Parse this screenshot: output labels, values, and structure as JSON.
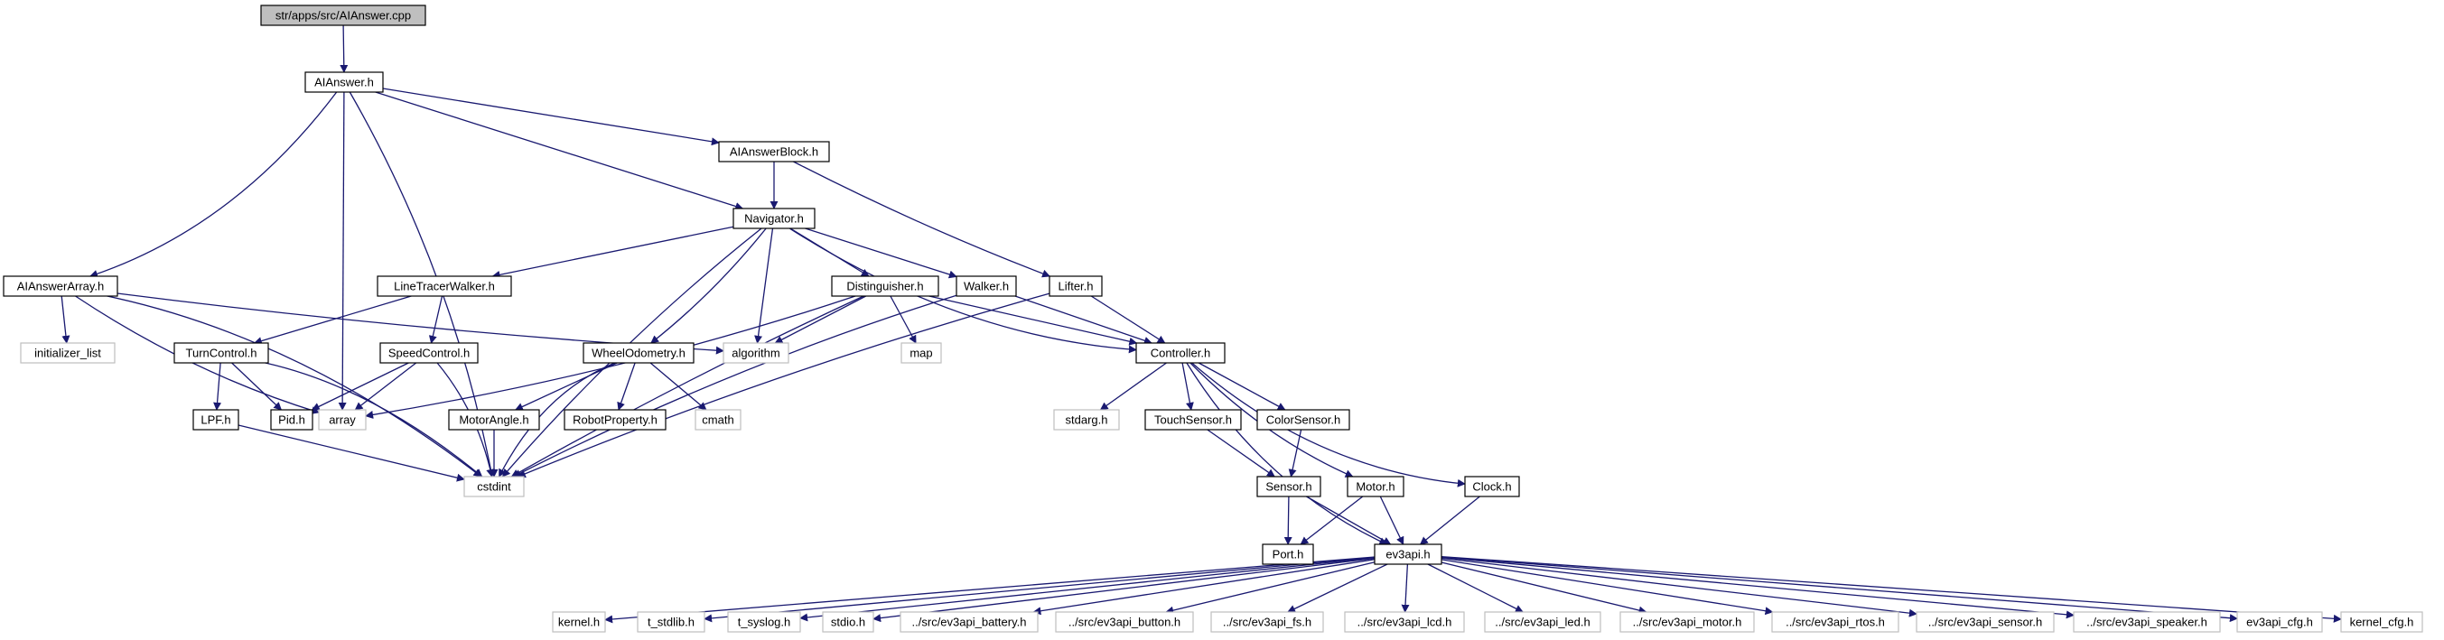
{
  "colors": {
    "edge": "#191970",
    "node_border": "#000000",
    "system_border": "#bfbfbf",
    "root_fill": "#bfbfbf",
    "node_fill": "#ffffff",
    "text": "#000000"
  },
  "nodes": [
    {
      "id": "root",
      "label": "str/apps/src/AIAnswer.cpp",
      "kind": "root"
    },
    {
      "id": "aianswer_h",
      "label": "AIAnswer.h",
      "kind": "local"
    },
    {
      "id": "aianswerblock_h",
      "label": "AIAnswerBlock.h",
      "kind": "local"
    },
    {
      "id": "navigator_h",
      "label": "Navigator.h",
      "kind": "local"
    },
    {
      "id": "aianswerarray_h",
      "label": "AIAnswerArray.h",
      "kind": "local"
    },
    {
      "id": "linetracerwalker_h",
      "label": "LineTracerWalker.h",
      "kind": "local"
    },
    {
      "id": "distinguisher_h",
      "label": "Distinguisher.h",
      "kind": "local"
    },
    {
      "id": "walker_h",
      "label": "Walker.h",
      "kind": "local"
    },
    {
      "id": "lifter_h",
      "label": "Lifter.h",
      "kind": "local"
    },
    {
      "id": "initializer_list",
      "label": "initializer_list",
      "kind": "system"
    },
    {
      "id": "turncontrol_h",
      "label": "TurnControl.h",
      "kind": "local"
    },
    {
      "id": "speedcontrol_h",
      "label": "SpeedControl.h",
      "kind": "local"
    },
    {
      "id": "wheelodometry_h",
      "label": "WheelOdometry.h",
      "kind": "local"
    },
    {
      "id": "algorithm",
      "label": "algorithm",
      "kind": "system"
    },
    {
      "id": "map",
      "label": "map",
      "kind": "system"
    },
    {
      "id": "controller_h",
      "label": "Controller.h",
      "kind": "local"
    },
    {
      "id": "lpf_h",
      "label": "LPF.h",
      "kind": "local"
    },
    {
      "id": "pid_h",
      "label": "Pid.h",
      "kind": "local"
    },
    {
      "id": "array",
      "label": "array",
      "kind": "system"
    },
    {
      "id": "motorangle_h",
      "label": "MotorAngle.h",
      "kind": "local"
    },
    {
      "id": "robotproperty_h",
      "label": "RobotProperty.h",
      "kind": "local"
    },
    {
      "id": "cmath",
      "label": "cmath",
      "kind": "system"
    },
    {
      "id": "stdarg_h",
      "label": "stdarg.h",
      "kind": "system"
    },
    {
      "id": "touchsensor_h",
      "label": "TouchSensor.h",
      "kind": "local"
    },
    {
      "id": "colorsensor_h",
      "label": "ColorSensor.h",
      "kind": "local"
    },
    {
      "id": "cstdint",
      "label": "cstdint",
      "kind": "system"
    },
    {
      "id": "sensor_h",
      "label": "Sensor.h",
      "kind": "local"
    },
    {
      "id": "motor_h",
      "label": "Motor.h",
      "kind": "local"
    },
    {
      "id": "clock_h",
      "label": "Clock.h",
      "kind": "local"
    },
    {
      "id": "port_h",
      "label": "Port.h",
      "kind": "local"
    },
    {
      "id": "ev3api_h",
      "label": "ev3api.h",
      "kind": "local"
    },
    {
      "id": "kernel_h",
      "label": "kernel.h",
      "kind": "system"
    },
    {
      "id": "t_stdlib_h",
      "label": "t_stdlib.h",
      "kind": "system"
    },
    {
      "id": "t_syslog_h",
      "label": "t_syslog.h",
      "kind": "system"
    },
    {
      "id": "stdio_h",
      "label": "stdio.h",
      "kind": "system"
    },
    {
      "id": "ev3api_battery_h",
      "label": "../src/ev3api_battery.h",
      "kind": "system"
    },
    {
      "id": "ev3api_button_h",
      "label": "../src/ev3api_button.h",
      "kind": "system"
    },
    {
      "id": "ev3api_fs_h",
      "label": "../src/ev3api_fs.h",
      "kind": "system"
    },
    {
      "id": "ev3api_lcd_h",
      "label": "../src/ev3api_lcd.h",
      "kind": "system"
    },
    {
      "id": "ev3api_led_h",
      "label": "../src/ev3api_led.h",
      "kind": "system"
    },
    {
      "id": "ev3api_motor_h",
      "label": "../src/ev3api_motor.h",
      "kind": "system"
    },
    {
      "id": "ev3api_rtos_h",
      "label": "../src/ev3api_rtos.h",
      "kind": "system"
    },
    {
      "id": "ev3api_sensor_h",
      "label": "../src/ev3api_sensor.h",
      "kind": "system"
    },
    {
      "id": "ev3api_speaker_h",
      "label": "../src/ev3api_speaker.h",
      "kind": "system"
    },
    {
      "id": "ev3api_cfg_h",
      "label": "ev3api_cfg.h",
      "kind": "system"
    },
    {
      "id": "kernel_cfg_h",
      "label": "kernel_cfg.h",
      "kind": "system"
    }
  ],
  "edges": [
    [
      "root",
      "aianswer_h"
    ],
    [
      "aianswer_h",
      "aianswerarray_h"
    ],
    [
      "aianswer_h",
      "navigator_h"
    ],
    [
      "aianswer_h",
      "aianswerblock_h"
    ],
    [
      "aianswer_h",
      "array"
    ],
    [
      "aianswer_h",
      "cstdint"
    ],
    [
      "aianswerblock_h",
      "navigator_h"
    ],
    [
      "aianswerblock_h",
      "lifter_h"
    ],
    [
      "navigator_h",
      "linetracerwalker_h"
    ],
    [
      "navigator_h",
      "distinguisher_h"
    ],
    [
      "navigator_h",
      "walker_h"
    ],
    [
      "navigator_h",
      "wheelodometry_h"
    ],
    [
      "navigator_h",
      "algorithm"
    ],
    [
      "navigator_h",
      "cstdint"
    ],
    [
      "navigator_h",
      "controller_h"
    ],
    [
      "aianswerarray_h",
      "initializer_list"
    ],
    [
      "aianswerarray_h",
      "array"
    ],
    [
      "aianswerarray_h",
      "algorithm"
    ],
    [
      "aianswerarray_h",
      "cstdint"
    ],
    [
      "linetracerwalker_h",
      "turncontrol_h"
    ],
    [
      "linetracerwalker_h",
      "speedcontrol_h"
    ],
    [
      "distinguisher_h",
      "array"
    ],
    [
      "distinguisher_h",
      "algorithm"
    ],
    [
      "distinguisher_h",
      "map"
    ],
    [
      "distinguisher_h",
      "controller_h"
    ],
    [
      "distinguisher_h",
      "cstdint"
    ],
    [
      "walker_h",
      "controller_h"
    ],
    [
      "walker_h",
      "cstdint"
    ],
    [
      "lifter_h",
      "controller_h"
    ],
    [
      "lifter_h",
      "cstdint"
    ],
    [
      "turncontrol_h",
      "lpf_h"
    ],
    [
      "turncontrol_h",
      "pid_h"
    ],
    [
      "turncontrol_h",
      "cstdint"
    ],
    [
      "speedcontrol_h",
      "pid_h"
    ],
    [
      "speedcontrol_h",
      "array"
    ],
    [
      "speedcontrol_h",
      "cstdint"
    ],
    [
      "wheelodometry_h",
      "motorangle_h"
    ],
    [
      "wheelodometry_h",
      "robotproperty_h"
    ],
    [
      "wheelodometry_h",
      "cmath"
    ],
    [
      "wheelodometry_h",
      "cstdint"
    ],
    [
      "lpf_h",
      "cstdint"
    ],
    [
      "motorangle_h",
      "cstdint"
    ],
    [
      "controller_h",
      "stdarg_h"
    ],
    [
      "controller_h",
      "touchsensor_h"
    ],
    [
      "controller_h",
      "colorsensor_h"
    ],
    [
      "controller_h",
      "motor_h"
    ],
    [
      "controller_h",
      "clock_h"
    ],
    [
      "controller_h",
      "ev3api_h"
    ],
    [
      "touchsensor_h",
      "sensor_h"
    ],
    [
      "colorsensor_h",
      "sensor_h"
    ],
    [
      "sensor_h",
      "port_h"
    ],
    [
      "sensor_h",
      "ev3api_h"
    ],
    [
      "motor_h",
      "port_h"
    ],
    [
      "motor_h",
      "ev3api_h"
    ],
    [
      "clock_h",
      "ev3api_h"
    ],
    [
      "ev3api_h",
      "kernel_h"
    ],
    [
      "ev3api_h",
      "t_stdlib_h"
    ],
    [
      "ev3api_h",
      "t_syslog_h"
    ],
    [
      "ev3api_h",
      "stdio_h"
    ],
    [
      "ev3api_h",
      "ev3api_battery_h"
    ],
    [
      "ev3api_h",
      "ev3api_button_h"
    ],
    [
      "ev3api_h",
      "ev3api_fs_h"
    ],
    [
      "ev3api_h",
      "ev3api_lcd_h"
    ],
    [
      "ev3api_h",
      "ev3api_led_h"
    ],
    [
      "ev3api_h",
      "ev3api_motor_h"
    ],
    [
      "ev3api_h",
      "ev3api_rtos_h"
    ],
    [
      "ev3api_h",
      "ev3api_sensor_h"
    ],
    [
      "ev3api_h",
      "ev3api_speaker_h"
    ],
    [
      "ev3api_h",
      "ev3api_cfg_h"
    ],
    [
      "ev3api_h",
      "kernel_cfg_h"
    ]
  ]
}
